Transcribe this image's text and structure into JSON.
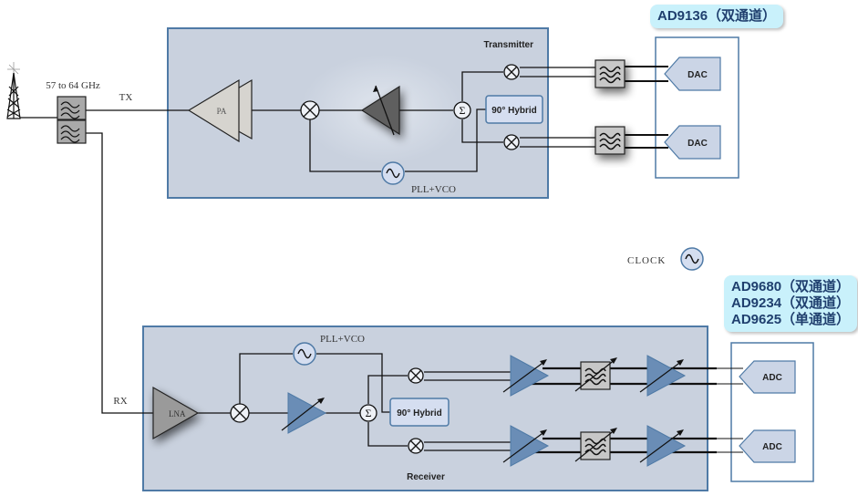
{
  "antenna": {
    "band_label": "57 to 64 GHz",
    "tx_label": "TX",
    "rx_label": "RX"
  },
  "transmitter": {
    "title": "Transmitter",
    "pa_label": "PA",
    "hybrid_label": "90° Hybrid",
    "pll_label": "PLL+VCO",
    "sum_symbol": "Σ"
  },
  "receiver": {
    "title": "Receiver",
    "lna_label": "LNA",
    "hybrid_label": "90° Hybrid",
    "pll_label": "PLL+VCO",
    "sum_symbol": "Σ"
  },
  "dac_group": {
    "callout": "AD9136（双通道）",
    "converters": [
      "DAC",
      "DAC"
    ]
  },
  "adc_group": {
    "callout_lines": [
      "AD9680（双通道）",
      "AD9234（双通道）",
      "AD9625（单通道）"
    ],
    "converters": [
      "ADC",
      "ADC"
    ]
  },
  "clock": {
    "label": "CLOCK"
  },
  "colors": {
    "block_fill": "#c9d1de",
    "block_stroke": "#4f7aa6",
    "callout_fill": "#c9f1fb",
    "callout_text": "#1f3f6e",
    "vga_fill": "#6a8db6",
    "converter_fill": "#cbd5e6"
  }
}
